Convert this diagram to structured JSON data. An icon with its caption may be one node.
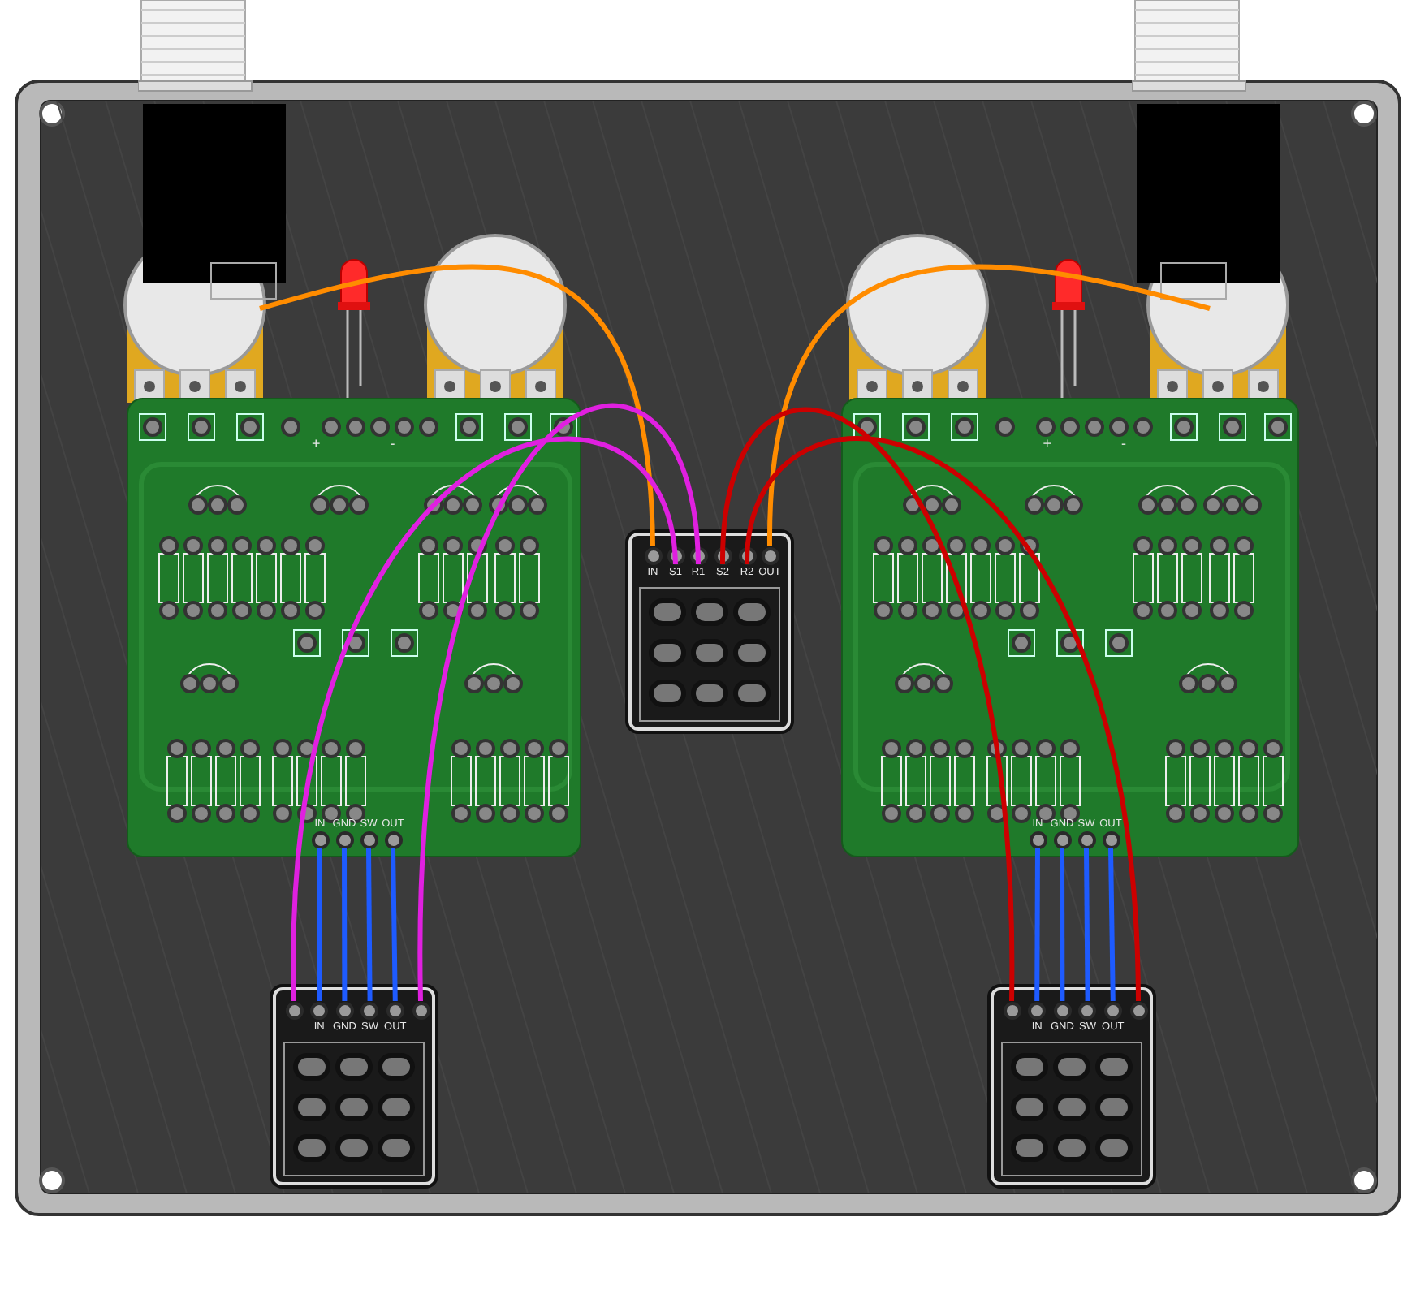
{
  "diagram": {
    "nodes": [
      {
        "text": [],
        "shape": "box"
      },
      {
        "text": [],
        "shape": "box"
      },
      {
        "text": [],
        "shape": "box"
      },
      {
        "text": [
          "IN"
        ],
        "in": 2
      },
      {
        "text": [
          "GND"
        ],
        "in": 2
      },
      {
        "text": [
          "SW"
        ],
        "in": 2
      },
      {
        "text": [
          "OUT"
        ],
        "in": 2
      },
      {
        "text": [],
        "shape": "box"
      },
      {
        "text": [
          "IN"
        ],
        "in": 7
      },
      {
        "text": [
          "S1"
        ],
        "in": 7
      },
      {
        "text": [
          "R1"
        ],
        "in": 7
      },
      {
        "text": [
          "S2"
        ],
        "in": 7
      },
      {
        "text": [
          "R2"
        ],
        "in": 7
      },
      {
        "text": [
          "OUT"
        ],
        "in": 7
      },
      {
        "text": [],
        "shape": "box"
      },
      {
        "text": [
          "IN"
        ],
        "in": 14
      },
      {
        "text": [
          "GND"
        ],
        "in": 14
      },
      {
        "text": [
          "SW"
        ],
        "in": 14
      },
      {
        "text": [
          "OUT"
        ],
        "in": 14
      },
      {
        "text": [],
        "shape": "box"
      },
      {
        "text": [],
        "shape": "circle",
        "in": 19
      },
      {
        "text": [
          "IN"
        ],
        "in": 19
      },
      {
        "text": [
          "GND"
        ],
        "in": 19
      },
      {
        "text": [
          "SW"
        ],
        "in": 19
      },
      {
        "text": [
          "OUT"
        ],
        "in": 19
      },
      {
        "text": [],
        "shape": "circle",
        "in": 19
      },
      {
        "text": [],
        "shape": "box"
      },
      {
        "text": [],
        "shape": "circle",
        "in": 26
      },
      {
        "text": [
          "IN"
        ],
        "in": 26
      },
      {
        "text": [
          "GND"
        ],
        "in": 26
      },
      {
        "text": [
          "SW"
        ],
        "in": 26
      },
      {
        "text": [
          "OUT"
        ],
        "in": 26
      },
      {
        "text": [],
        "shape": "circle",
        "in": 26
      }
    ],
    "edges": [
      {
        "from": 0,
        "to": 8,
        "arrow": "none",
        "color": "#ff8c00"
      },
      {
        "from": 1,
        "to": 13,
        "arrow": "none",
        "color": "#ff8c00"
      },
      {
        "from": 9,
        "to": 20,
        "arrow": "none",
        "color": "#e020e0"
      },
      {
        "from": 10,
        "to": 25,
        "arrow": "none",
        "color": "#e020e0"
      },
      {
        "from": 11,
        "to": 27,
        "arrow": "none",
        "color": "#cc0000"
      },
      {
        "from": 12,
        "to": 32,
        "arrow": "none",
        "color": "#cc0000"
      },
      {
        "from": 3,
        "to": 21,
        "arrow": "none"
      },
      {
        "from": 4,
        "to": 22,
        "arrow": "none"
      },
      {
        "from": 5,
        "to": 23,
        "arrow": "none"
      },
      {
        "from": 6,
        "to": 24,
        "arrow": "none"
      },
      {
        "from": 15,
        "to": 28,
        "arrow": "none"
      },
      {
        "from": 16,
        "to": 29,
        "arrow": "none"
      },
      {
        "from": 17,
        "to": 30,
        "arrow": "none"
      },
      {
        "from": 18,
        "to": 31,
        "arrow": "none"
      }
    ],
    "labels": [
      "+",
      "-",
      "+",
      "-"
    ]
  }
}
